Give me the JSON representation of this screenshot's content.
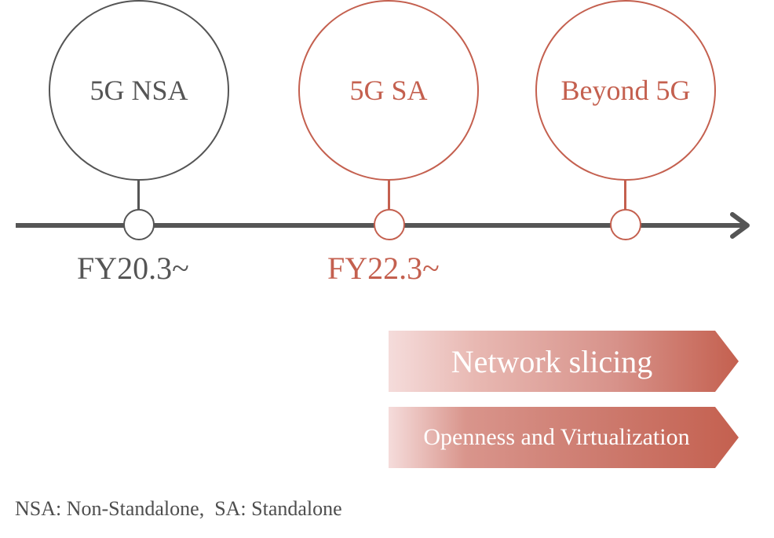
{
  "colors": {
    "gray": "#555555",
    "accent": "#c4604f",
    "band_start": "#f5dcdb",
    "band_end": "#c4604f"
  },
  "milestones": [
    {
      "label": "5G NSA",
      "date": "FY20.3~",
      "color": "gray"
    },
    {
      "label": "5G SA",
      "date": "FY22.3~",
      "color": "accent"
    },
    {
      "label": "Beyond 5G",
      "date": "",
      "color": "accent"
    }
  ],
  "bands": [
    {
      "label": "Network slicing"
    },
    {
      "label": "Openness and Virtualization"
    }
  ],
  "footnote": "NSA: Non-Standalone,  SA: Standalone"
}
